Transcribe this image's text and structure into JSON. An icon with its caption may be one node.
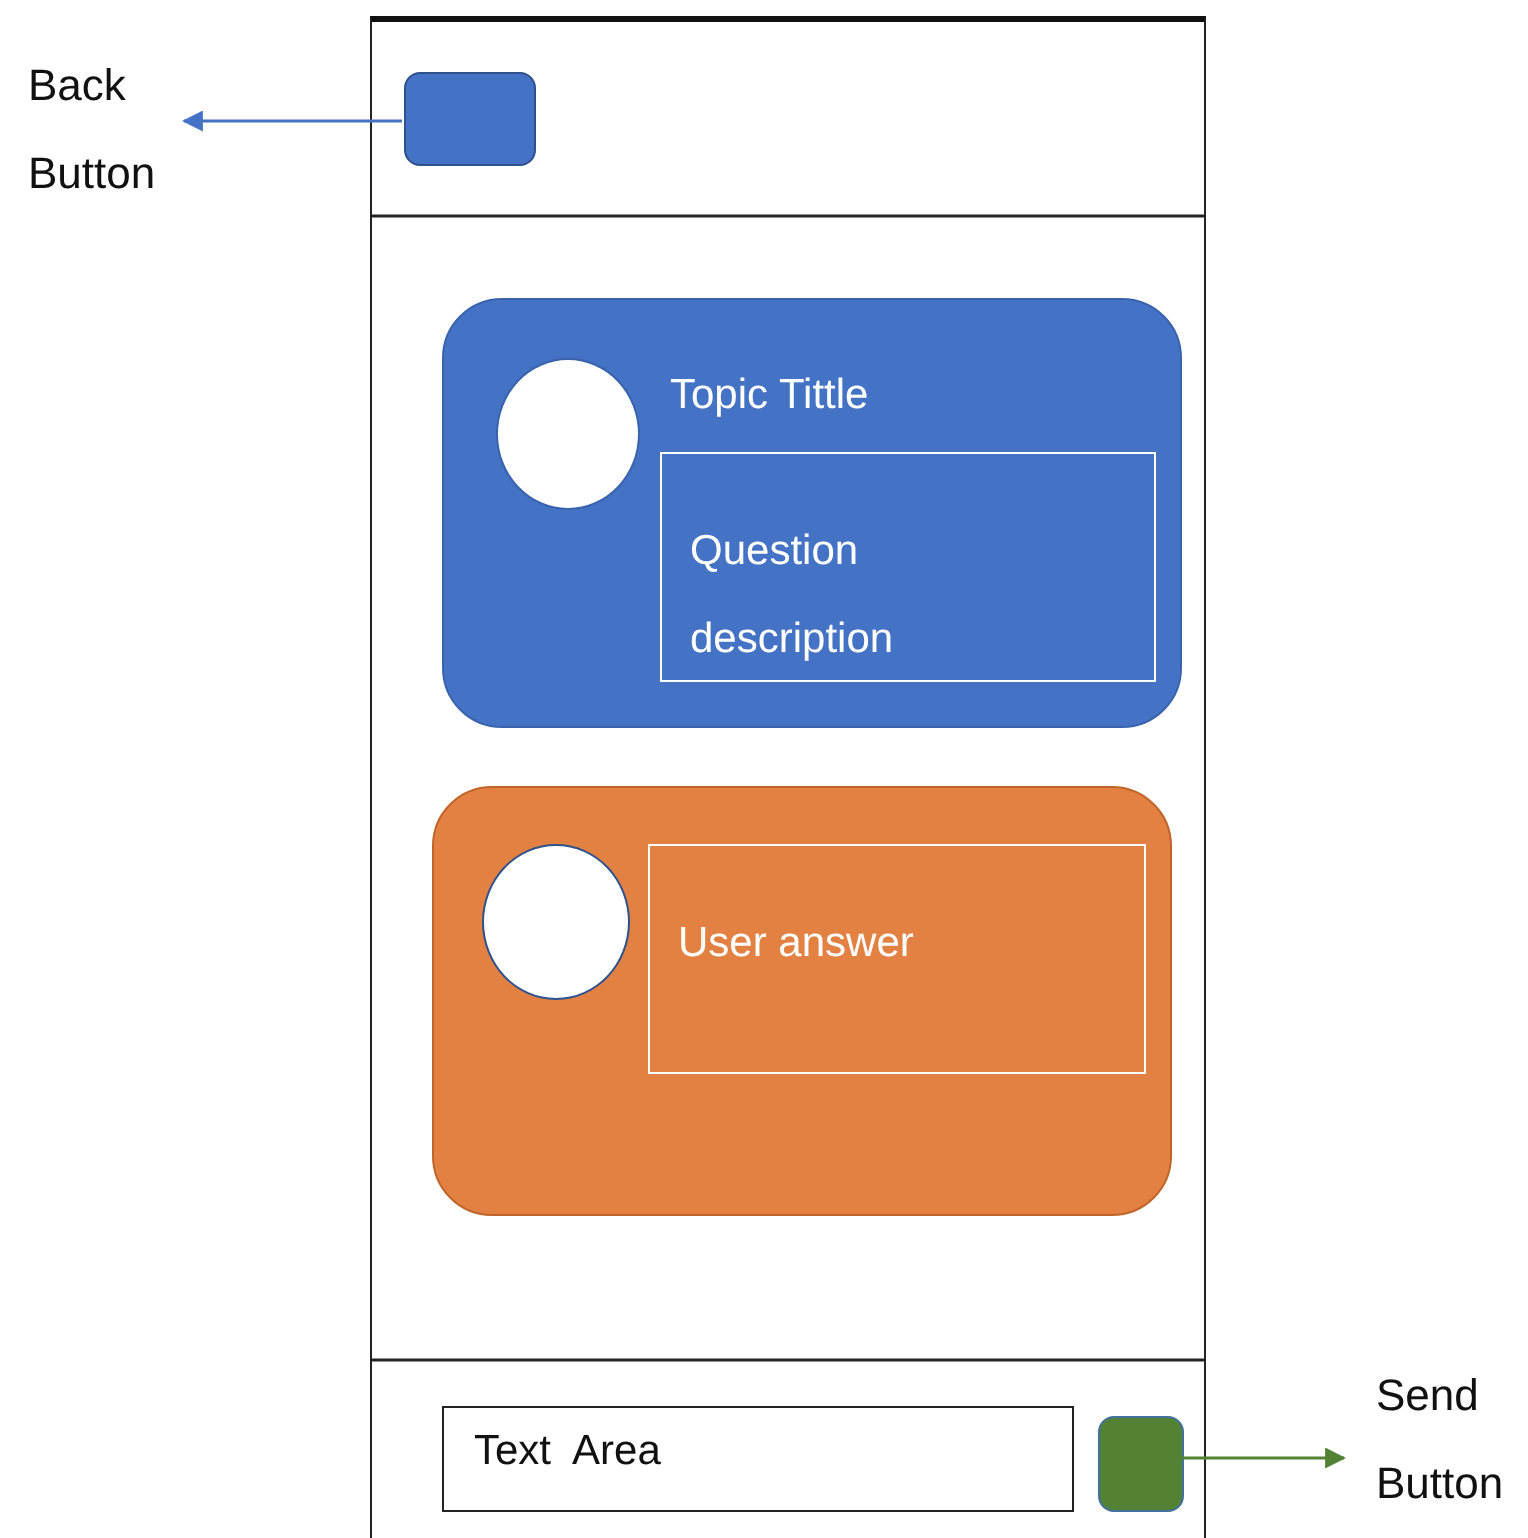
{
  "diagram": {
    "nodes": [
      {
        "text": [
          "Back Button"
        ]
      },
      {
        "text": [],
        "shape": "box"
      },
      {
        "text": [],
        "shape": "box",
        "in": 1
      },
      {
        "text": [
          "Topic Tittle"
        ],
        "in": 1
      },
      {
        "text": [],
        "shape": "circle",
        "in": 3
      },
      {
        "text": [
          "Question description"
        ],
        "in": 3
      },
      {
        "text": [],
        "shape": "box",
        "in": 1
      },
      {
        "text": [],
        "shape": "circle",
        "in": 6
      },
      {
        "text": [
          "User answer"
        ],
        "in": 6
      },
      {
        "text": [
          "Text  Area"
        ],
        "in": 1
      },
      {
        "text": [],
        "shape": "box",
        "in": 1
      },
      {
        "text": [
          "Send Button"
        ]
      }
    ],
    "edges": [
      {
        "from": 2,
        "to": 0,
        "arrow": "to",
        "color": "#4472c4"
      },
      {
        "from": 10,
        "to": 11,
        "arrow": "to",
        "color": "#548235"
      }
    ]
  }
}
